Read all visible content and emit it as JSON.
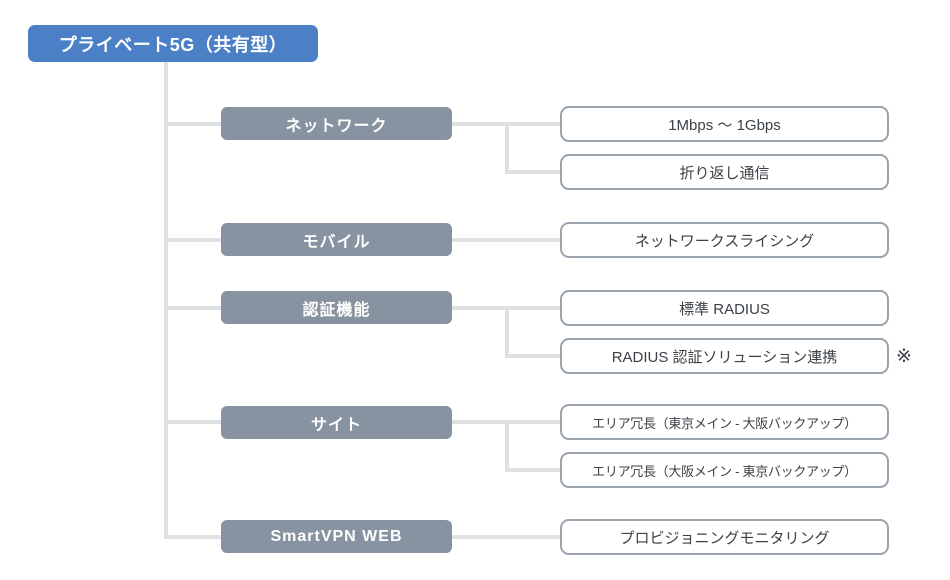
{
  "diagram": {
    "root": {
      "label": "プライベート5G（共有型）"
    },
    "groups": [
      {
        "category": "ネットワーク",
        "features": [
          "1Mbps 〜 1Gbps",
          "折り返し通信"
        ]
      },
      {
        "category": "モバイル",
        "features": [
          "ネットワークスライシング"
        ]
      },
      {
        "category": "認証機能",
        "features": [
          "標準 RADIUS",
          "RADIUS 認証ソリューション連携"
        ]
      },
      {
        "category": "サイト",
        "features": [
          "エリア冗長（東京メイン - 大阪バックアップ）",
          "エリア冗長（大阪メイン - 東京バックアップ）"
        ]
      },
      {
        "category": "SmartVPN WEB",
        "features": [
          "プロビジョニングモニタリング"
        ]
      }
    ],
    "footnote_mark": "※",
    "colors": {
      "root_bg": "#4b7fc6",
      "category_bg": "#8793a0",
      "feature_border": "#9aa3ad",
      "feature_text": "#3b4147",
      "connector_line": "#e0e1e3",
      "text_on_dark": "#ffffff"
    }
  }
}
